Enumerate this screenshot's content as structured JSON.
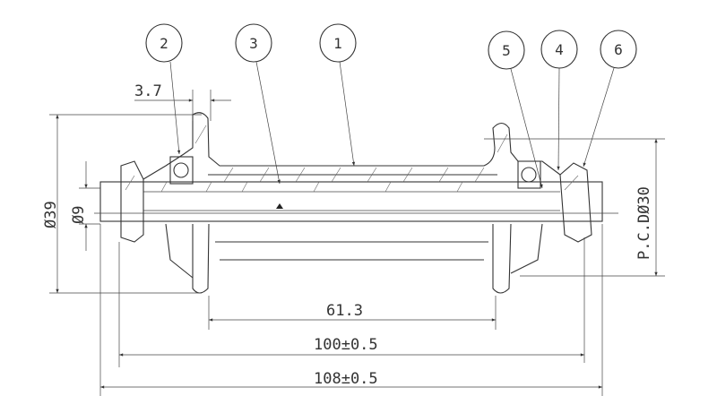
{
  "drawing": {
    "balloons": [
      {
        "id": "balloon-2",
        "label": "2"
      },
      {
        "id": "balloon-3",
        "label": "3"
      },
      {
        "id": "balloon-1",
        "label": "1"
      },
      {
        "id": "balloon-5",
        "label": "5"
      },
      {
        "id": "balloon-4",
        "label": "4"
      },
      {
        "id": "balloon-6",
        "label": "6"
      }
    ],
    "dimensions": {
      "flange_thickness": "3.7",
      "flange_diameter": "Ø39",
      "axle_diameter": "Ø9",
      "pcd": "P.C.DØ30",
      "flange_spacing": "61.3",
      "locknut_width": "100±0.5",
      "axle_length": "108±0.5"
    }
  }
}
